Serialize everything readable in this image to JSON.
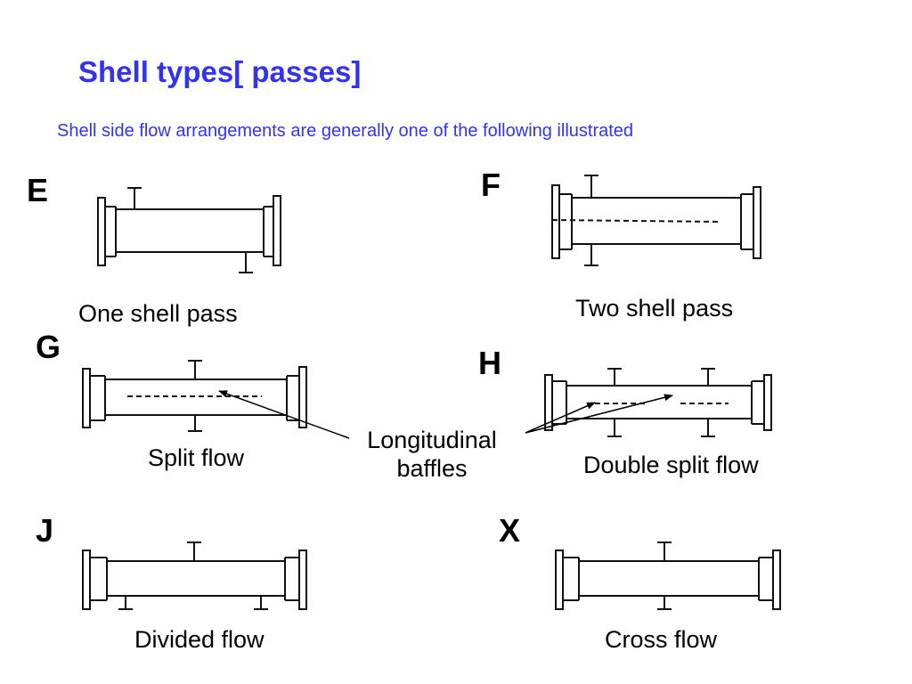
{
  "title": "Shell types[ passes]",
  "subtitle": "Shell side flow arrangements are generally one of the following illustrated",
  "shells": [
    {
      "letter": "E",
      "caption": "One shell pass"
    },
    {
      "letter": "F",
      "caption": "Two shell pass"
    },
    {
      "letter": "G",
      "caption": "Split flow"
    },
    {
      "letter": "H",
      "caption": "Double split flow"
    },
    {
      "letter": "J",
      "caption": "Divided flow"
    },
    {
      "letter": "X",
      "caption": "Cross flow"
    }
  ],
  "callout": {
    "line1": "Longitudinal",
    "line2": "baffles"
  }
}
